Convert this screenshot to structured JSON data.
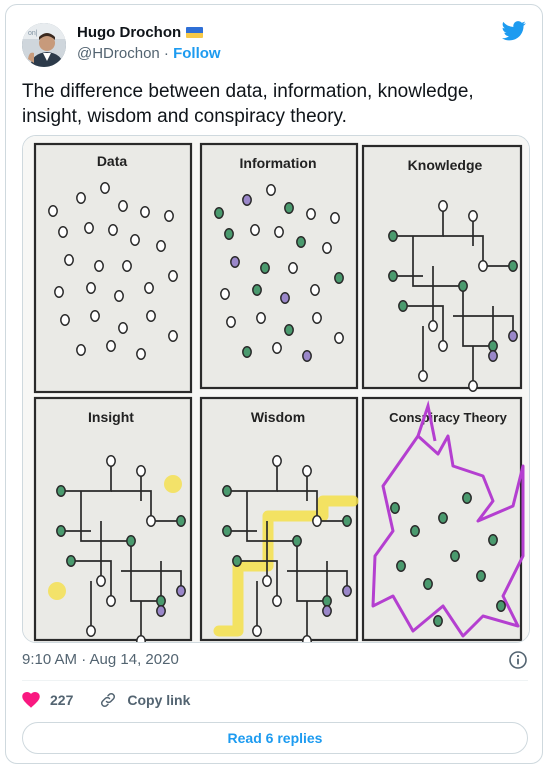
{
  "author": {
    "name": "Hugo Drochon",
    "handle": "@HDrochon",
    "follow_label": "Follow",
    "avatar_tag": "on|"
  },
  "tweet": {
    "text": "The difference between data, information, knowledge, insight, wisdom and conspiracy theory."
  },
  "panels": [
    {
      "title": "Data"
    },
    {
      "title": "Information"
    },
    {
      "title": "Knowledge"
    },
    {
      "title": "Insight"
    },
    {
      "title": "Wisdom"
    },
    {
      "title": "Conspiracy Theory"
    }
  ],
  "meta": {
    "time": "9:10 AM · Aug 14, 2020"
  },
  "actions": {
    "like_count": "227",
    "copy_link_label": "Copy link"
  },
  "replies_label": "Read 6 replies",
  "icons": {
    "brand": "twitter-bird-icon",
    "like": "heart-icon",
    "copy": "link-icon",
    "info": "info-icon",
    "flag": "ukraine-flag-icon"
  },
  "colors": {
    "accent": "#1d9bf0",
    "like": "#f91880",
    "text": "#0f1419",
    "secondary": "#536471",
    "border": "#cfd9de",
    "dot_green": "#4a9a6e",
    "dot_purple": "#9a87c9",
    "highlight": "#f5e04a",
    "conspiracy": "#b43fd0"
  }
}
